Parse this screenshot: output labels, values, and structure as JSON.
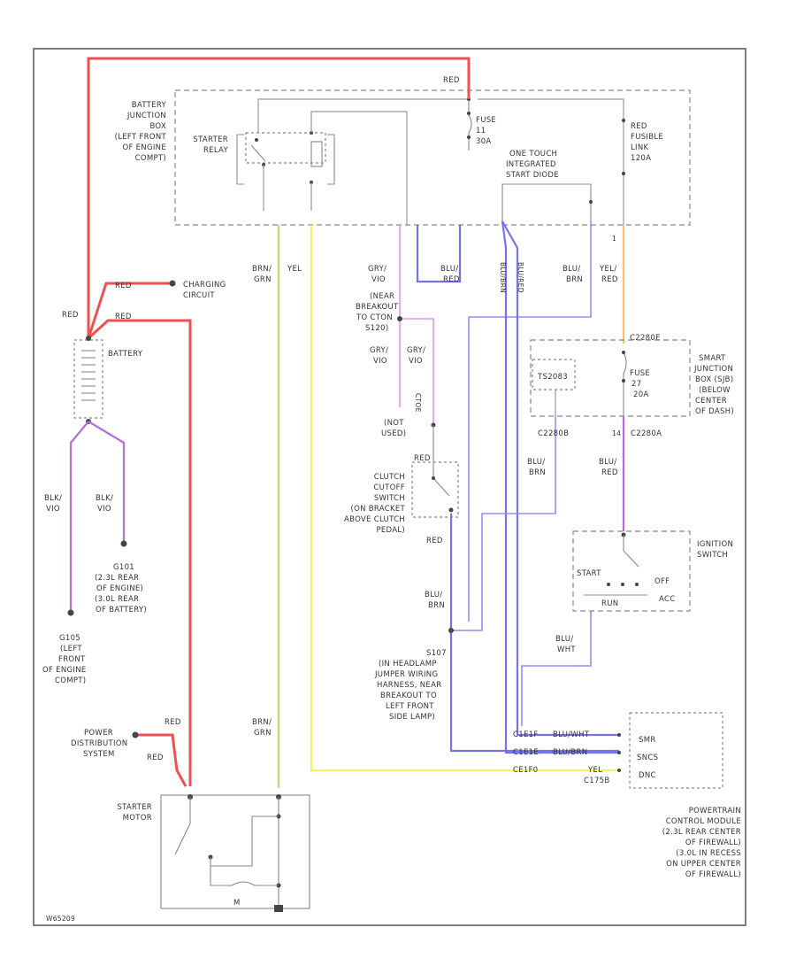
{
  "labels": {
    "battery_junction_box": [
      "BATTERY",
      "JUNCTION",
      "BOX",
      "(LEFT FRONT",
      "OF ENGINE",
      "COMPT)"
    ],
    "starter_relay": [
      "STARTER",
      "RELAY"
    ],
    "red_top": "RED",
    "fuse_11": [
      "FUSE",
      "11",
      "30A"
    ],
    "red_fusible_link": [
      "RED",
      "FUSIBLE",
      "LINK",
      "120A"
    ],
    "one_touch": [
      "ONE TOUCH",
      "INTEGRATED",
      "START DIODE"
    ],
    "charging_circuit": [
      "CHARGING",
      "CIRCUIT"
    ],
    "red_1": "RED",
    "red_2": "RED",
    "red_3": "RED",
    "battery": "BATTERY",
    "brn_grn_top": [
      "BRN/",
      "GRN"
    ],
    "yel_top": "YEL",
    "gry_vio_1": [
      "GRY/",
      "VIO"
    ],
    "rear_breakout": [
      "(NEAR",
      "BREAKOUT",
      "TO CTON",
      "S120)"
    ],
    "gry_vio_2": [
      "GRY/",
      "VIO"
    ],
    "gry_vio_3": [
      "GRY/",
      "VIO"
    ],
    "ctoe": "CTOE",
    "blu_red_1": [
      "BLU/",
      "RED"
    ],
    "blu_brn_v": "BLU/BRN",
    "blu_red_v": "BLU/RED",
    "blu_yel_2": [
      "BLU/",
      "BRN"
    ],
    "yel_red": [
      "YEL/",
      "RED"
    ],
    "c2280e": "C2280E",
    "smart_junction": [
      "SMART",
      "JUNCTION",
      "BOX (SJB)",
      "(BELOW",
      "CENTER",
      "OF DASH)"
    ],
    "fuse_27": [
      "FUSE",
      "27",
      "20A"
    ],
    "ts2_box": "TS2083",
    "c2280b": "C2280B",
    "c2280a": "C2280A",
    "not_used": [
      "(NOT",
      "USED)"
    ],
    "red_clutch": "RED",
    "clutch_switch": [
      "CLUTCH",
      "CUTOFF",
      "SWITCH",
      "(ON BRACKET",
      "ABOVE CLUTCH",
      "PEDAL)"
    ],
    "red_clutch_2": "RED",
    "blu_brn_l": [
      "BLU/",
      "BRN"
    ],
    "blu_red_r": [
      "BLU/",
      "RED"
    ],
    "blu_brn_r": [
      "BLU/",
      "BRN"
    ],
    "ignition_switch": [
      "IGNITION",
      "SWITCH"
    ],
    "ign_start": "START",
    "ign_off": "OFF",
    "ign_acc": "ACC",
    "ign_run": "RUN",
    "blu_wht": [
      "BLU/",
      "WHT"
    ],
    "s107": [
      "S107",
      "(IN HEADLAMP",
      "JUMPER WIRING",
      "HARNESS, NEAR",
      "BREAKOUT TO",
      "LEFT FRONT",
      "SIDE LAMP)"
    ],
    "blk_vio_1": [
      "BLK/",
      "VIO"
    ],
    "blk_vio_2": [
      "BLK/",
      "VIO"
    ],
    "g101": [
      "G101",
      "(2.3L REAR",
      "OF ENGINE)",
      "(3.0L REAR",
      "OF BATTERY)"
    ],
    "g105": [
      "G105",
      "(LEFT",
      "FRONT",
      "OF ENGINE",
      "COMPT)"
    ],
    "power_distribution": [
      "POWER",
      "DISTRIBUTION",
      "SYSTEM"
    ],
    "red_pd_1": "RED",
    "red_pd_2": "RED",
    "brn_grn_bottom": [
      "BRN/",
      "GRN"
    ],
    "starter_motor": [
      "STARTER",
      "MOTOR"
    ],
    "c1e1_1": "C1E1F",
    "c1e1_2": "C1E1E",
    "c1e1_3": "CE1F0",
    "blu_wht_1": "BLU/WHT",
    "blu_brn_3": "BLU/BRN",
    "yel_3": "YEL",
    "c175b": "C175B",
    "pcm_pins": [
      "SMR",
      "SNCS",
      "DNC"
    ],
    "pcm": [
      "POWERTRAIN",
      "CONTROL MODULE",
      "(2.3L REAR CENTER",
      "OF FIREWALL)",
      "(3.0L IN RECESS",
      "ON UPPER CENTER",
      "OF FIREWALL)"
    ],
    "footer_code": "W65209",
    "m_label": "M"
  },
  "colors": {
    "red": "#f05050",
    "yellow": "#f2f26a",
    "yellow_green": "#c4d87a",
    "blue": "#7474e6",
    "purple": "#b070d8",
    "pink": "#e694f0",
    "orange": "#f5c070",
    "gray": "#999999"
  }
}
